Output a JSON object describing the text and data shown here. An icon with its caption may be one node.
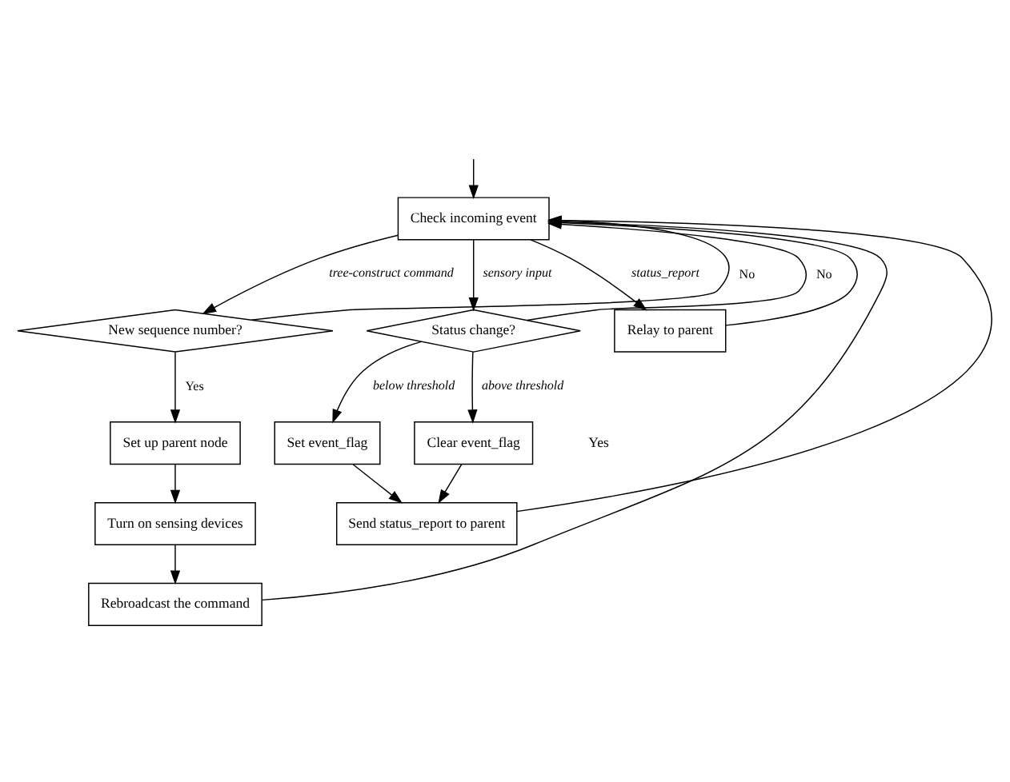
{
  "diagram": {
    "nodes": [
      {
        "text": [
          "Check incoming event"
        ]
      },
      {
        "text": [
          "New sequence number?"
        ]
      },
      {
        "text": [
          "Status change?"
        ]
      },
      {
        "text": [
          "Relay to parent"
        ]
      },
      {
        "text": [
          "Set up parent node"
        ]
      },
      {
        "text": [
          "Turn on sensing devices"
        ]
      },
      {
        "text": [
          "Rebroadcast the command"
        ]
      },
      {
        "text": [
          "Set event_flag"
        ]
      },
      {
        "text": [
          "Clear event_flag"
        ]
      },
      {
        "text": [
          "Send status_report to parent"
        ]
      }
    ],
    "edges": [
      {
        "from": null,
        "to": 0,
        "arrow": "to"
      },
      {
        "from": 0,
        "to": 1,
        "arrow": "to",
        "label": "tree-construct command"
      },
      {
        "from": 0,
        "to": 2,
        "arrow": "to",
        "label": "sensory input"
      },
      {
        "from": 0,
        "to": 3,
        "arrow": "to",
        "label": "status_report"
      },
      {
        "from": 1,
        "to": 4,
        "arrow": "to",
        "label": "Yes"
      },
      {
        "from": 4,
        "to": 5,
        "arrow": "to"
      },
      {
        "from": 5,
        "to": 6,
        "arrow": "to"
      },
      {
        "from": 2,
        "to": 7,
        "arrow": "to",
        "label": "below threshold"
      },
      {
        "from": 2,
        "to": 8,
        "arrow": "to",
        "label": "above threshold"
      },
      {
        "from": 7,
        "to": 9,
        "arrow": "to"
      },
      {
        "from": 8,
        "to": 9,
        "arrow": "to"
      },
      {
        "from": 1,
        "to": 0,
        "arrow": "to",
        "label": "No"
      },
      {
        "from": 2,
        "to": 0,
        "arrow": "to",
        "label": "No"
      },
      {
        "from": 6,
        "to": 0,
        "arrow": "to"
      },
      {
        "from": 9,
        "to": 0,
        "arrow": "to"
      },
      {
        "from": 3,
        "to": 0,
        "arrow": "to"
      }
    ],
    "labels": [
      "Yes"
    ]
  }
}
